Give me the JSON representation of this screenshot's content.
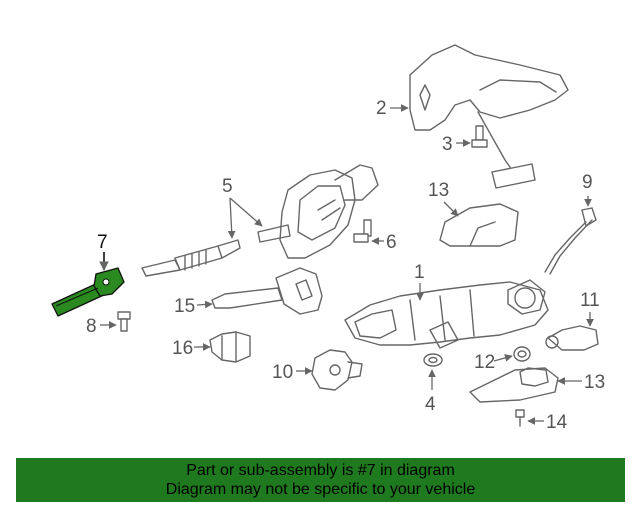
{
  "diagram": {
    "callouts": {
      "c1": "1",
      "c2": "2",
      "c3": "3",
      "c4": "4",
      "c5": "5",
      "c6": "6",
      "c7": "7",
      "c8": "8",
      "c9": "9",
      "c10": "10",
      "c11": "11",
      "c12": "12",
      "c13a": "13",
      "c13b": "13",
      "c14": "14",
      "c15": "15",
      "c16": "16"
    },
    "highlight_part": "7",
    "highlight_color": "#2a8a1f",
    "line_color": "#666666"
  },
  "banner": {
    "line1": "Part or sub-assembly is #7 in diagram",
    "line2": "Diagram may not be specific to your vehicle",
    "background": "#1f7a1f"
  }
}
